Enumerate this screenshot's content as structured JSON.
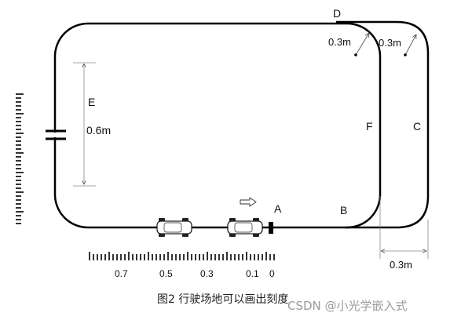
{
  "labels": {
    "A": "A",
    "B": "B",
    "C": "C",
    "D": "D",
    "E": "E",
    "F": "F",
    "radius_inner": "0.3m",
    "radius_outer": "0.3m",
    "height": "0.6m",
    "width": "0.3m"
  },
  "scale": {
    "ticks": [
      "0.7",
      "0.5",
      "0.3",
      "0.1",
      "0"
    ]
  },
  "caption": "图2  行驶场地可以画出刻度",
  "watermark": "CSDN @小光学嵌入式"
}
